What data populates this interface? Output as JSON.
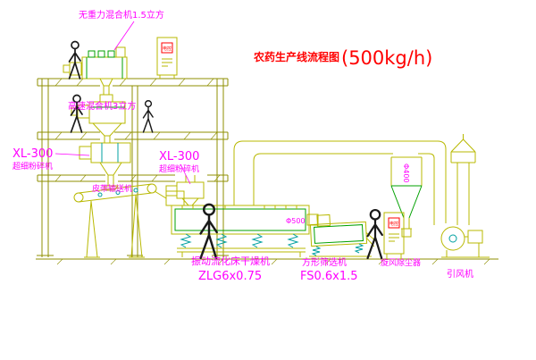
{
  "diagram": {
    "title": "农药生产线流程图",
    "capacity": "(500kg/h)"
  },
  "labels": {
    "mixer_top": "无重力混合机1.5立方",
    "mixer_floor2": "高速混合机3立方",
    "crusher_left_model": "XL-300",
    "crusher_left_name": "超细粉碎机",
    "crusher_mid_model": "XL-300",
    "crusher_mid_name": "超细粉碎机",
    "belt_conveyor": "皮带输送机",
    "dryer_name": "振动流化床干燥机",
    "dryer_model": "ZLG6x0.75",
    "sieve_name": "方形筛选机",
    "sieve_model": "FS0.6x1.5",
    "dust_collector": "旋风除尘器",
    "fan": "引风机",
    "duct_diameter": "Φ400",
    "outlet_diameter": "Φ500",
    "cabinet_badge": "电控"
  },
  "colors": {
    "structure": "#8f8f00",
    "equipment": "#b8b800",
    "accent_green": "#00a000",
    "accent_cyan": "#00a0a0",
    "label_magenta": "#ff00ff",
    "title_red": "#ff0000",
    "figure_black": "#1a1a1a"
  }
}
